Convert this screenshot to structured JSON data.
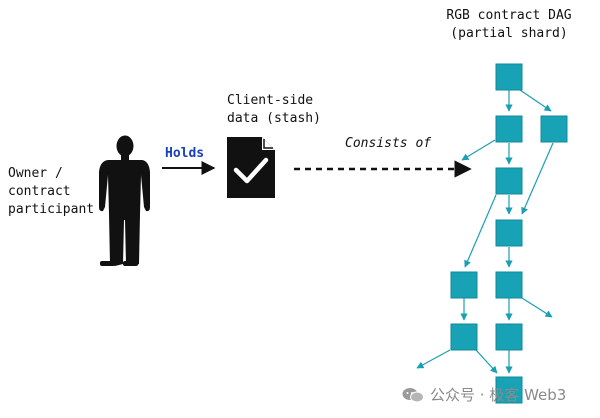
{
  "owner": {
    "lines": [
      "Owner /",
      "contract",
      "participant"
    ]
  },
  "holds_label": "Holds",
  "stash": {
    "lines": [
      "Client-side",
      "data (stash)"
    ]
  },
  "consists_label": "Consists of",
  "dag_title": {
    "lines": [
      "RGB contract DAG",
      "(partial shard)"
    ]
  },
  "watermark": "公众号 · 极客 Web3",
  "colors": {
    "node_fill": "#17a3b5",
    "node_stroke": "#118a9a",
    "edge": "#1a9fb3",
    "holds_text": "#1a3fbf",
    "ink": "#111111"
  },
  "icons": [
    "person-silhouette-icon",
    "document-check-icon",
    "wechat-icon"
  ]
}
